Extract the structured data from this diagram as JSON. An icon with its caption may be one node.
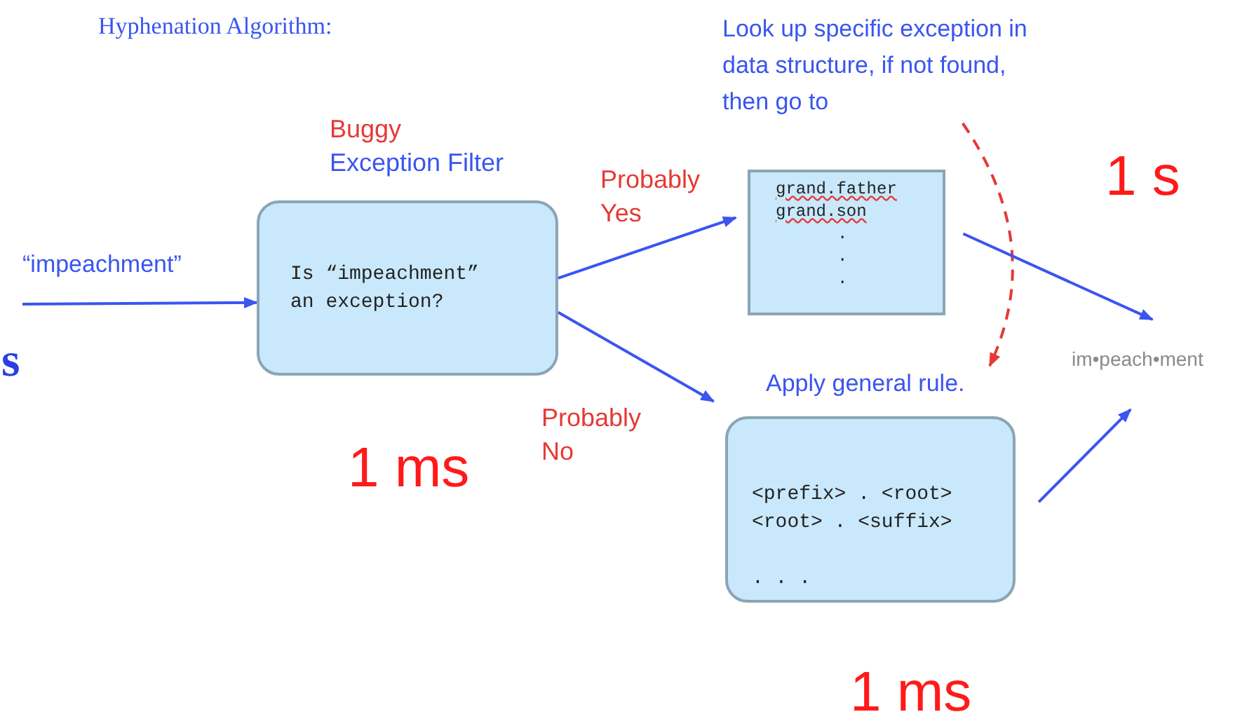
{
  "diagram": {
    "title": "Hyphenation Algorithm:",
    "nodes": [
      {
        "text": [
          "“impeachment”"
        ]
      },
      {
        "text": [
          "Buggy",
          "Exception Filter",
          "Is “impeachment” an exception?"
        ],
        "beside": [
          "1 ms"
        ]
      },
      {
        "text": [
          "Look up specific exception in data structure, if not found, then go to"
        ]
      },
      {
        "text": [
          "grand.father",
          "grand.son",
          ".",
          ".",
          "."
        ]
      },
      {
        "text": [
          "Apply general rule."
        ]
      },
      {
        "text": [
          "<prefix> . <root>",
          "<root> . <suffix>",
          ". . ."
        ],
        "beside": [
          "1 ms"
        ]
      },
      {
        "text": [
          "im•peach•ment"
        ]
      }
    ],
    "edges": [
      {
        "from": 0,
        "to": 1,
        "arrow": "to"
      },
      {
        "from": 1,
        "to": 3,
        "arrow": "to",
        "label": "Probably Yes"
      },
      {
        "from": 1,
        "to": 5,
        "arrow": "to",
        "label": "Probably No"
      },
      {
        "from": 2,
        "to": 4,
        "arrow": "to",
        "style": "dashed",
        "color": "#e53935"
      },
      {
        "from": 3,
        "to": 6,
        "arrow": "to"
      },
      {
        "from": 5,
        "to": 6,
        "arrow": "to"
      }
    ],
    "labels": [
      "s",
      "1 s"
    ]
  }
}
